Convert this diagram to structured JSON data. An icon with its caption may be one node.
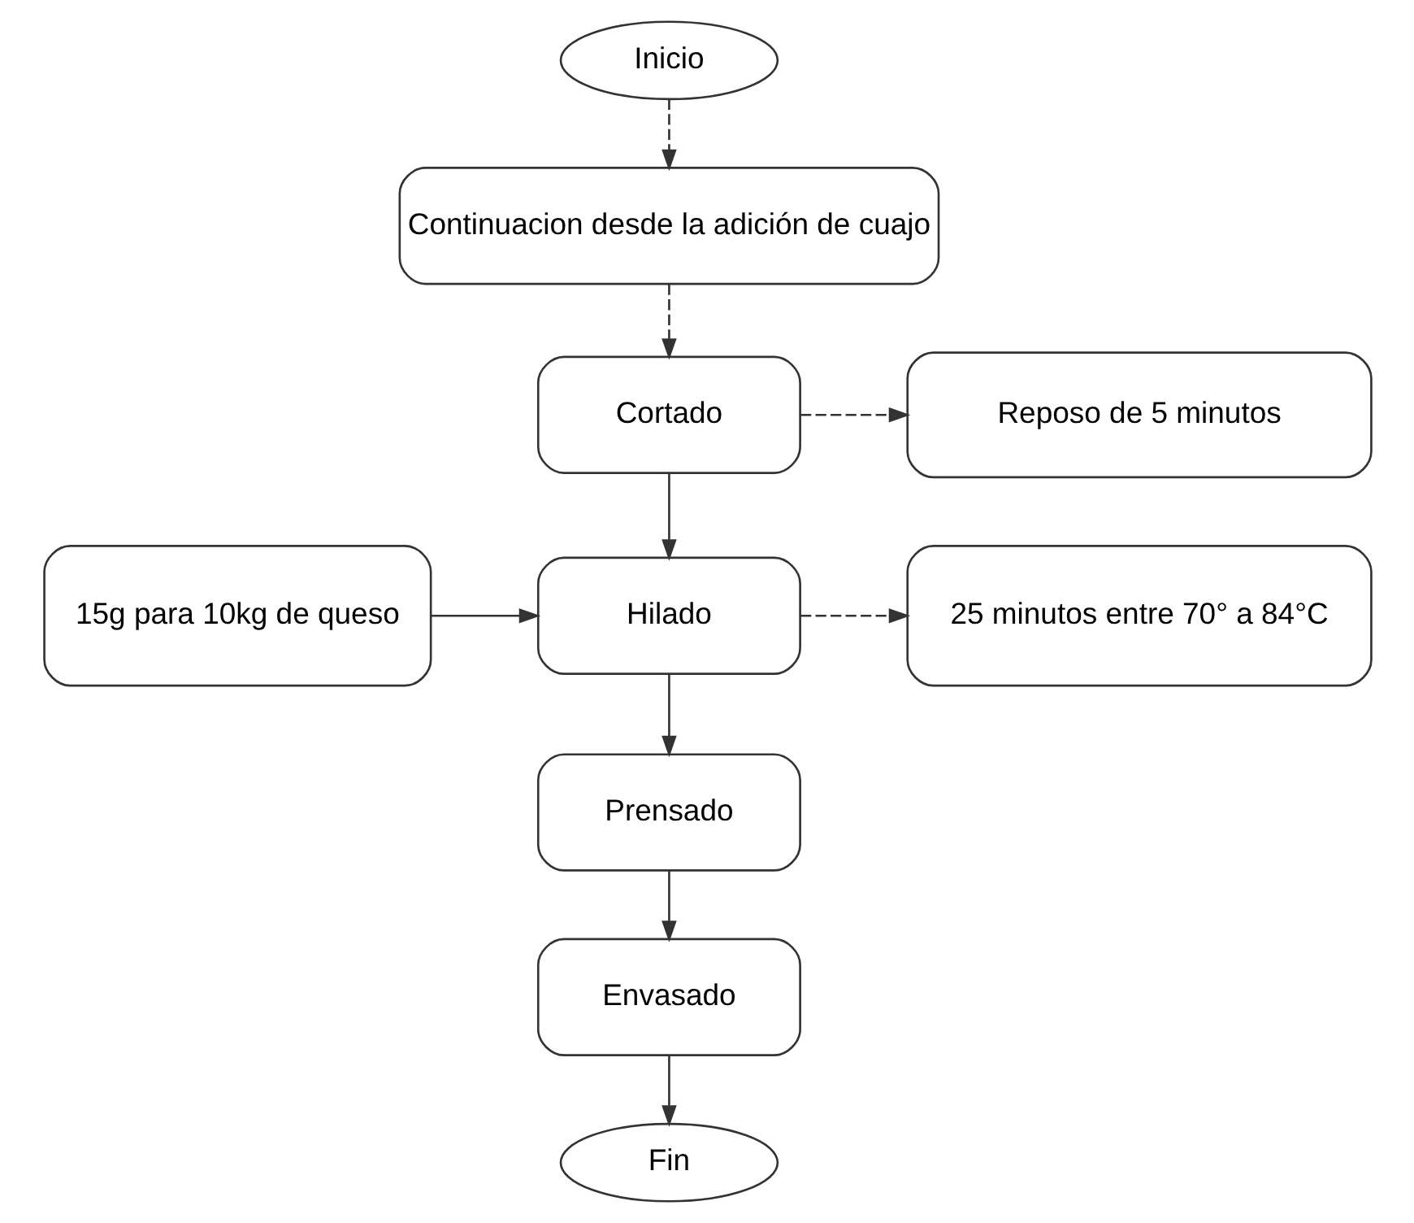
{
  "diagram": {
    "nodes": [
      {
        "text": [
          "Inicio"
        ]
      },
      {
        "text": [
          "Continuacion desde la adición de cuajo"
        ]
      },
      {
        "text": [
          "Cortado"
        ]
      },
      {
        "text": [
          "Reposo de 5 minutos"
        ]
      },
      {
        "text": [
          "15g para 10kg de queso"
        ]
      },
      {
        "text": [
          "Hilado"
        ]
      },
      {
        "text": [
          "25 minutos entre 70° a 84°C"
        ]
      },
      {
        "text": [
          "Prensado"
        ]
      },
      {
        "text": [
          "Envasado"
        ]
      },
      {
        "text": [
          "Fin"
        ]
      }
    ],
    "edges": [
      {
        "from": 0,
        "to": 1,
        "arrow": "to",
        "style": "dashed"
      },
      {
        "from": 1,
        "to": 2,
        "arrow": "to",
        "style": "dashed"
      },
      {
        "from": 2,
        "to": 3,
        "arrow": "to",
        "style": "dashed"
      },
      {
        "from": 2,
        "to": 5,
        "arrow": "to"
      },
      {
        "from": 4,
        "to": 5,
        "arrow": "to"
      },
      {
        "from": 5,
        "to": 6,
        "arrow": "to",
        "style": "dashed"
      },
      {
        "from": 5,
        "to": 7,
        "arrow": "to"
      },
      {
        "from": 7,
        "to": 8,
        "arrow": "to"
      },
      {
        "from": 8,
        "to": 9,
        "arrow": "to"
      }
    ]
  }
}
